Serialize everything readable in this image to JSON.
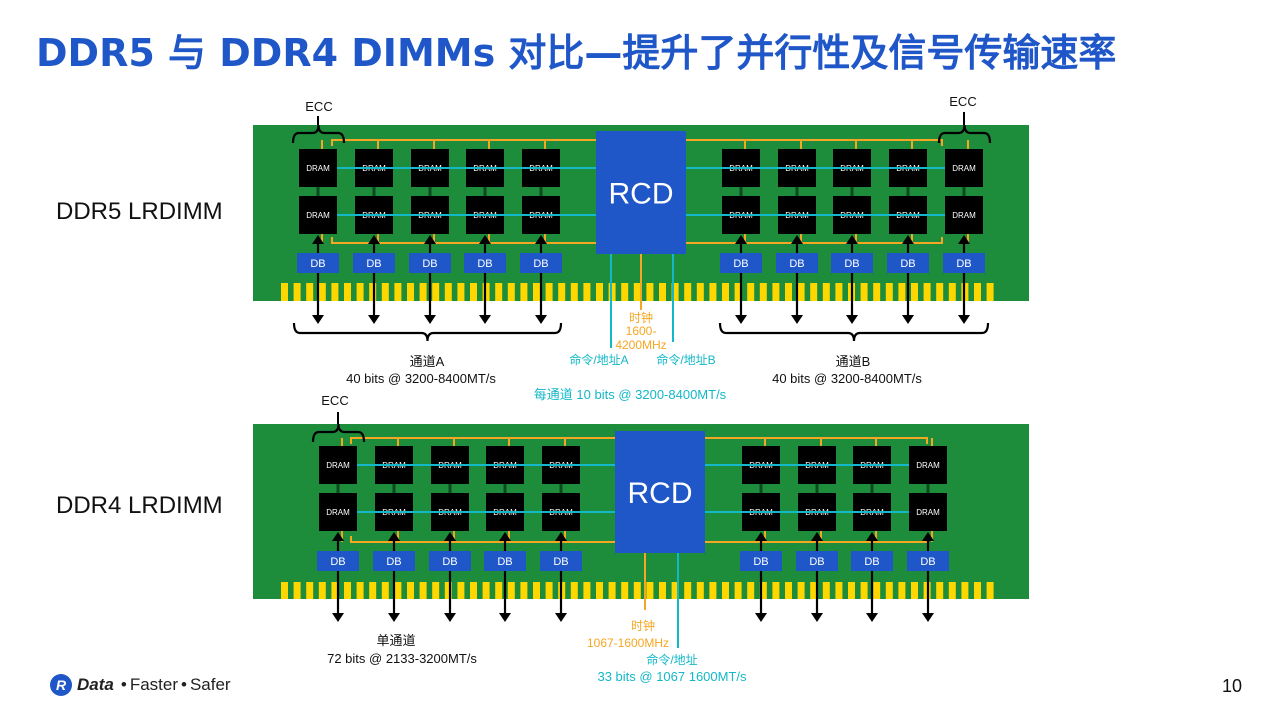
{
  "title": "DDR5 与 DDR4 DIMMs 对比—提升了并行性及信号传输速率",
  "colors": {
    "title": "#1f56c8",
    "pcb": "#1d8c3b",
    "chip": "#000000",
    "rcd": "#1f56c8",
    "db": "#1f56c8",
    "pins": "#ffd700",
    "clock_line": "#f5a623",
    "cmd_line": "#14b8c8",
    "arrow": "#000000"
  },
  "modules": [
    {
      "id": "ddr5",
      "label": "DDR5 LRDIMM",
      "rcd_label": "RCD",
      "dram_label": "DRAM",
      "db_label": "DB",
      "left_groups": 5,
      "right_groups": 5,
      "ecc_label_left": "ECC",
      "ecc_label_right": "ECC",
      "channels": [
        {
          "name": "通道A",
          "spec": "40 bits @ 3200-8400MT/s"
        },
        {
          "name": "通道B",
          "spec": "40 bits @ 3200-8400MT/s"
        }
      ],
      "clock": {
        "label": "时钟",
        "freq_line1": "1600-",
        "freq_line2": "4200MHz"
      },
      "cmd_a": "命令/地址A",
      "cmd_b": "命令/地址B",
      "per_channel": "每通道 10 bits @ 3200-8400MT/s"
    },
    {
      "id": "ddr4",
      "label": "DDR4 LRDIMM",
      "rcd_label": "RCD",
      "dram_label": "DRAM",
      "db_label": "DB",
      "left_groups": 5,
      "right_groups": 4,
      "ecc_label_left": "ECC",
      "channels": [
        {
          "name": "单通道",
          "spec": "72 bits @ 2133-3200MT/s"
        }
      ],
      "clock": {
        "label": "时钟",
        "freq": "1067-1600MHz"
      },
      "cmd": "命令/地址",
      "cmd_spec": "33 bits @ 1067 1600MT/s"
    }
  ],
  "footer": {
    "logo_letter": "R",
    "brand": "Data",
    "tagline_1": "Faster",
    "tagline_2": "Safer",
    "separator": "•",
    "page_number": "10"
  }
}
